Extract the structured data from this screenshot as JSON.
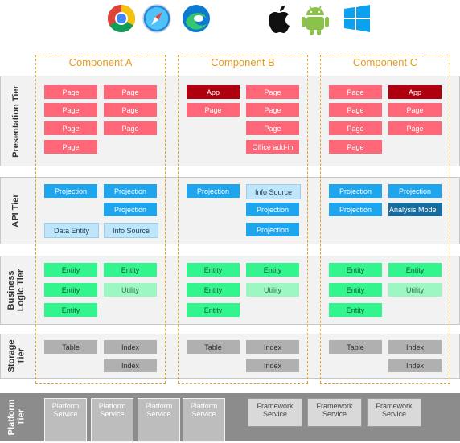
{
  "icons": [
    "chrome-icon",
    "safari-icon",
    "edge-icon",
    "apple-icon",
    "android-icon",
    "windows-icon"
  ],
  "tiers": {
    "presentation": "Presentation Tier",
    "api": "API Tier",
    "business_line1": "Business",
    "business_line2": "Logic Tier",
    "storage_line1": "Storage",
    "storage_line2": "Tier",
    "platform_line1": "Platform",
    "platform_line2": "Tier"
  },
  "components": [
    "Component A",
    "Component B",
    "Component C"
  ],
  "labels": {
    "page": "Page",
    "app": "App",
    "office_addin": "Office add-in",
    "projection": "Projection",
    "info_source": "Info Source",
    "data_entity": "Data Entity",
    "analysis_model": "Analysis Model",
    "entity": "Entity",
    "utility": "Utility",
    "table": "Table",
    "index": "Index"
  },
  "platform": {
    "platform_service_line1": "Platform",
    "platform_service_line2": "Service",
    "framework_service_line1": "Framework",
    "framework_service_line2": "Service"
  },
  "colors": {
    "page": "#ff6677",
    "app": "#b00010",
    "projection": "#1ea5ee",
    "info_source": "#bfe5fb",
    "analysis_model": "#176e9e",
    "entity": "#33f58e",
    "utility": "#9df7c2",
    "storage": "#b0b0b0",
    "component_border": "#e0a22b"
  }
}
